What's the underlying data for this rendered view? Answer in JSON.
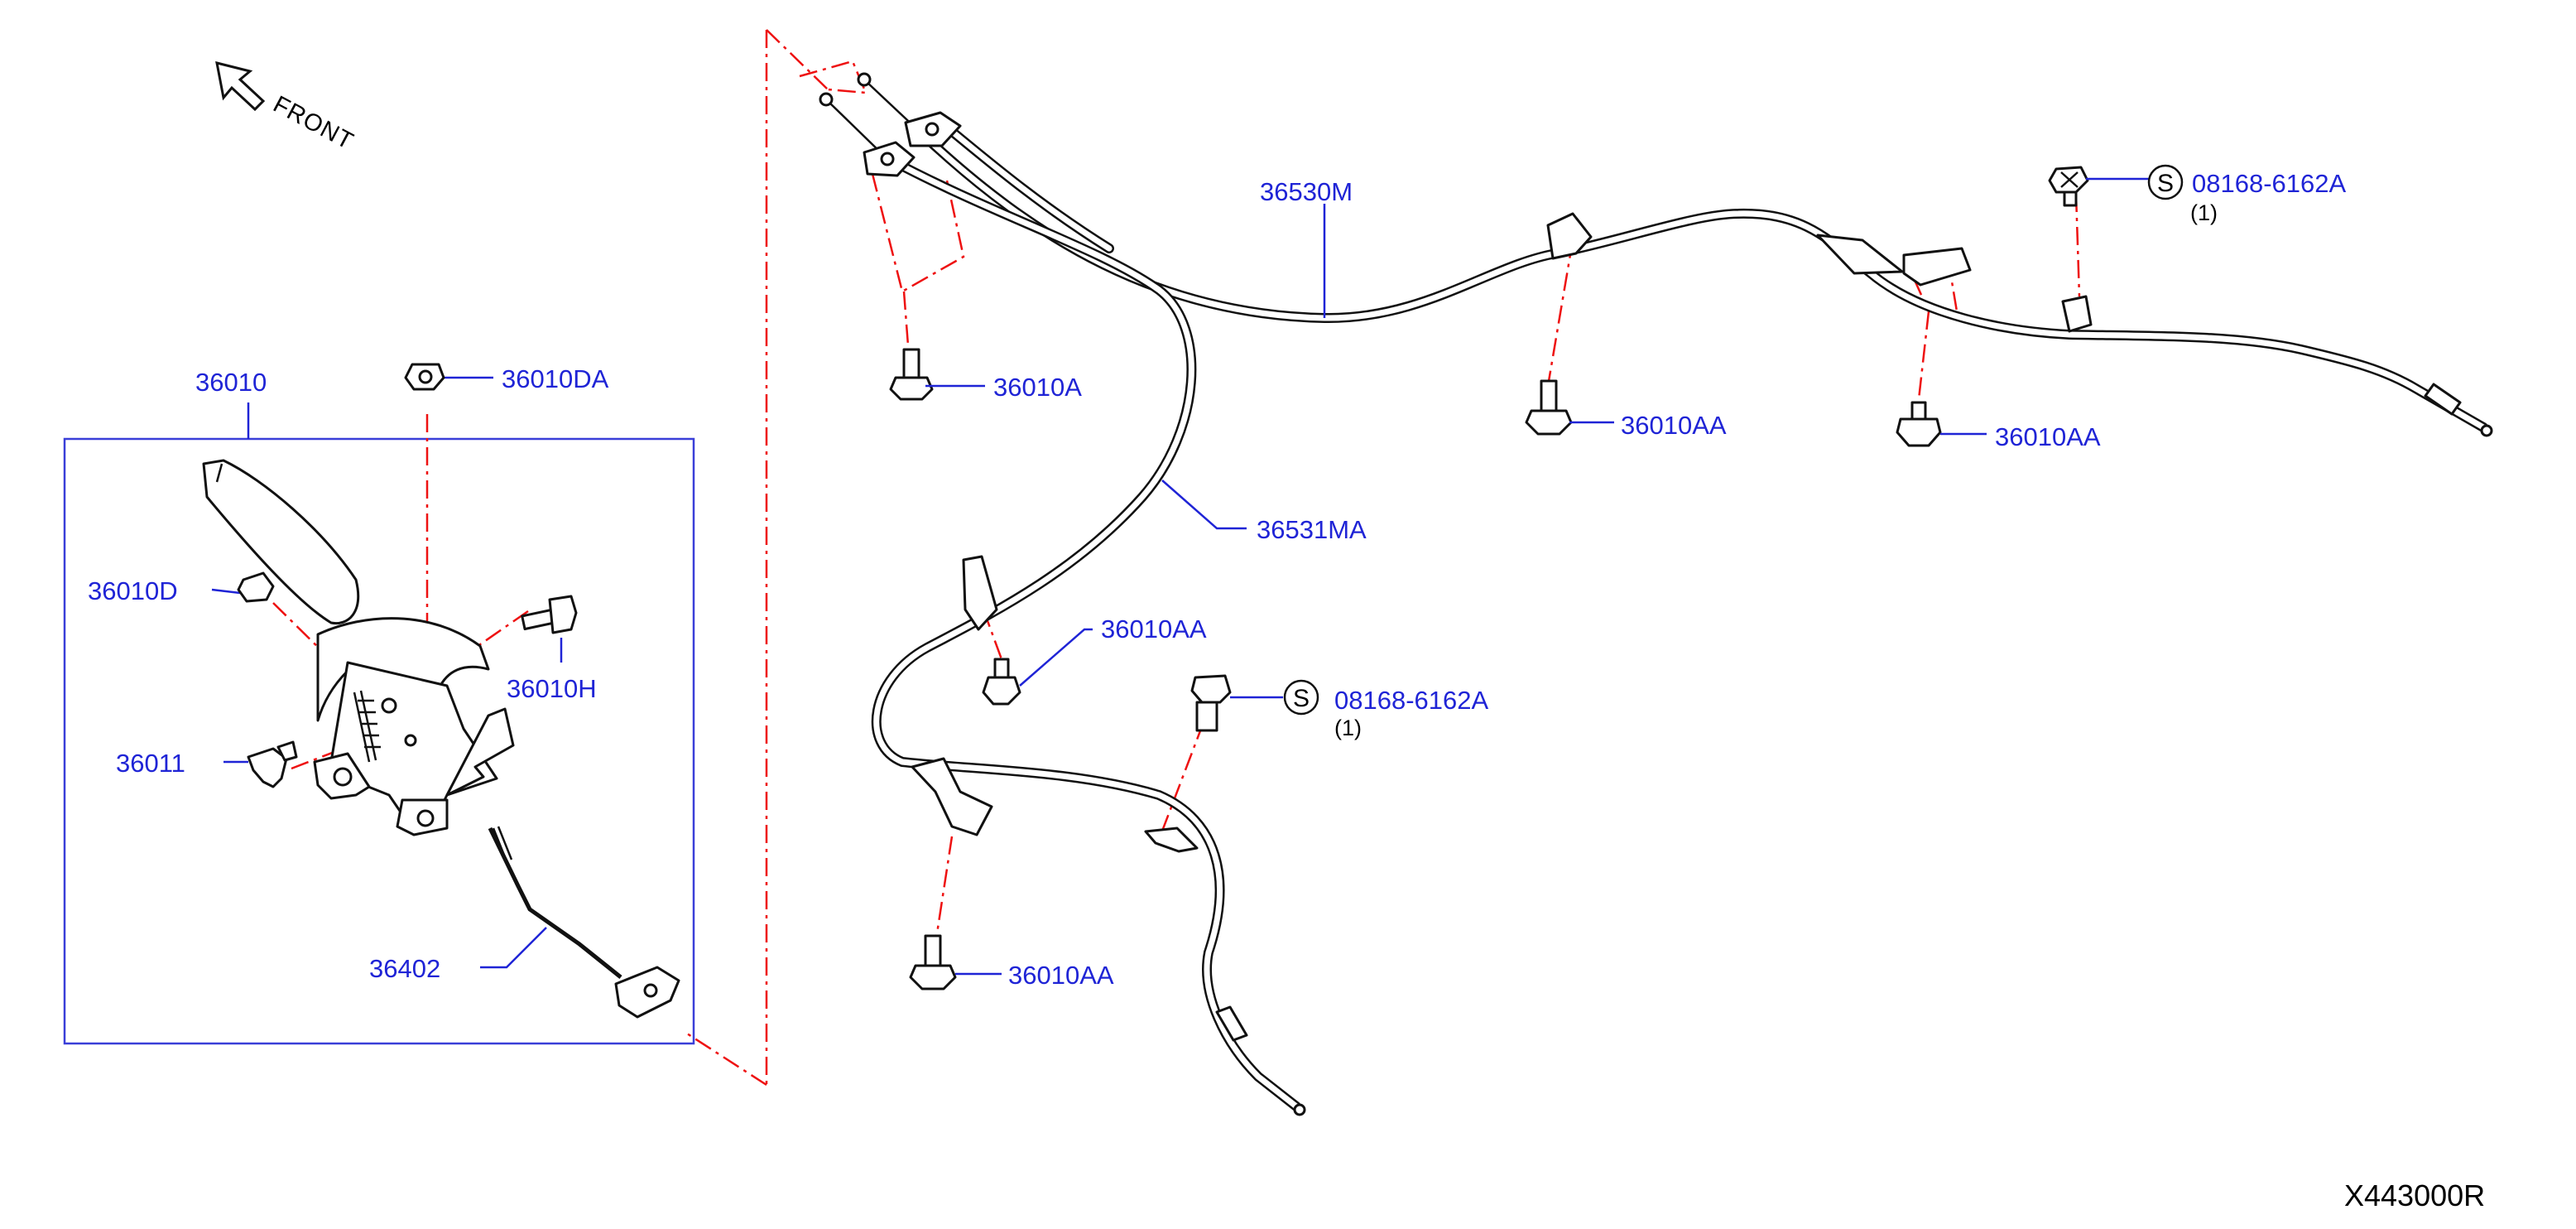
{
  "front_label": "FRONT",
  "diagram_code": "X443000R",
  "callouts": {
    "c36530M": "36530M",
    "c36531MA": "36531MA",
    "c36010": "36010",
    "c36010DA": "36010DA",
    "c36010D": "36010D",
    "c36010H": "36010H",
    "c36011": "36011",
    "c36402": "36402",
    "c36010A": "36010A",
    "c36010AA_1": "36010AA",
    "c36010AA_2": "36010AA",
    "c36010AA_3": "36010AA",
    "c36010AA_4": "36010AA",
    "s_top": "08168-6162A",
    "s_mid": "08168-6162A",
    "qty_top": "(1)",
    "qty_mid": "(1)",
    "s_mark": "S"
  },
  "colors": {
    "callout": "#1f24d6",
    "centerline": "#e11111",
    "linework": "#111111"
  }
}
